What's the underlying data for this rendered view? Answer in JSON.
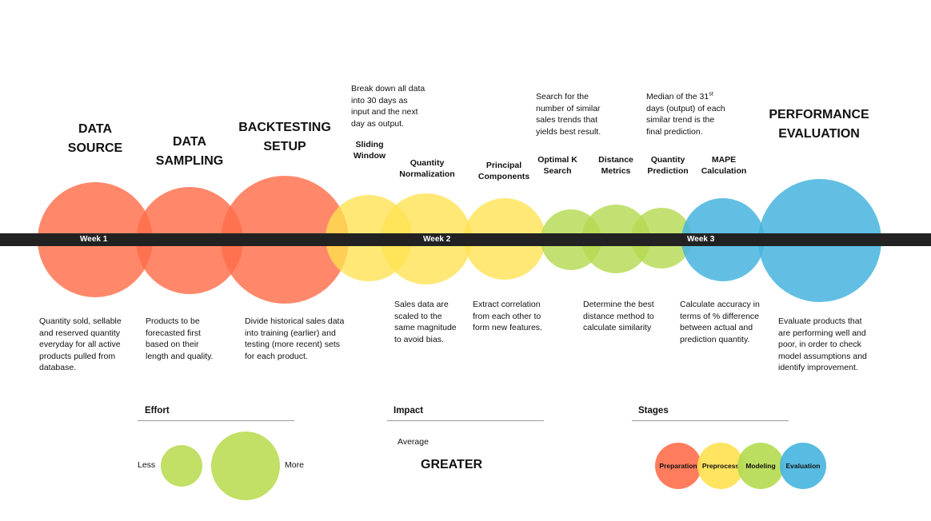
{
  "colors": {
    "preparation": "#FF7F5E",
    "preprocess": "#FFE664",
    "modeling": "#C2DF66",
    "evaluation": "#5BBDE0",
    "timeline": "#222222"
  },
  "weeks": [
    "Week 1",
    "Week 2",
    "Week 3"
  ],
  "stages_main": [
    {
      "title": "DATA\nSOURCE",
      "description": "Quantity sold, sellable\nand reserved quantity\neveryday for all active\nproducts pulled from\ndatabase."
    },
    {
      "title": "DATA\nSAMPLING",
      "description": "Products to be\nforecasted first\nbased on their\nlength and quality."
    },
    {
      "title": "BACKTESTING\nSETUP",
      "description": "Divide historical sales data\ninto training (earlier) and\ntesting (more recent) sets\nfor each product."
    },
    {
      "title": "PERFORMANCE\nEVALUATION",
      "description": "Evaluate products that\nare performing well and\npoor, in order to check\nmodel assumptions and\nidentify improvement."
    }
  ],
  "stages_small": [
    {
      "title": "Sliding\nWindow"
    },
    {
      "title": "Quantity\nNormalization"
    },
    {
      "title": "Principal\nComponents"
    },
    {
      "title": "Optimal K\nSearch"
    },
    {
      "title": "Distance\nMetrics"
    },
    {
      "title": "Quantity\nPrediction"
    },
    {
      "title": "MAPE\nCalculation"
    }
  ],
  "notes_above": {
    "sliding_window": "Break down all data\ninto 30 days as\ninput and the next\nday as output.",
    "optimal_k": "Search for the\nnumber of similar\nsales trends that\nyields best result.",
    "prediction_pre": "Median of the 31",
    "prediction_sup": "st",
    "prediction_post": "\ndays (output) of each\nsimilar trend is the\nfinal prediction."
  },
  "notes_below": {
    "normalization": "Sales data are\nscaled to the\nsame magnitude\nto avoid bias.",
    "principal_components": "Extract correlation\nfrom each other to\nform new features.",
    "distance_metrics": "Determine the best\ndistance method to\ncalculate similarity",
    "mape": "Calculate accuracy in\nterms of % difference\nbetween actual and\nprediction quantity."
  },
  "legend": {
    "effort": {
      "heading": "Effort",
      "less": "Less",
      "more": "More"
    },
    "impact": {
      "heading": "Impact",
      "average": "Average",
      "greater": "GREATER"
    },
    "stages": {
      "heading": "Stages",
      "items": [
        "Preparation",
        "Preprocess",
        "Modeling",
        "Evaluation"
      ]
    }
  }
}
